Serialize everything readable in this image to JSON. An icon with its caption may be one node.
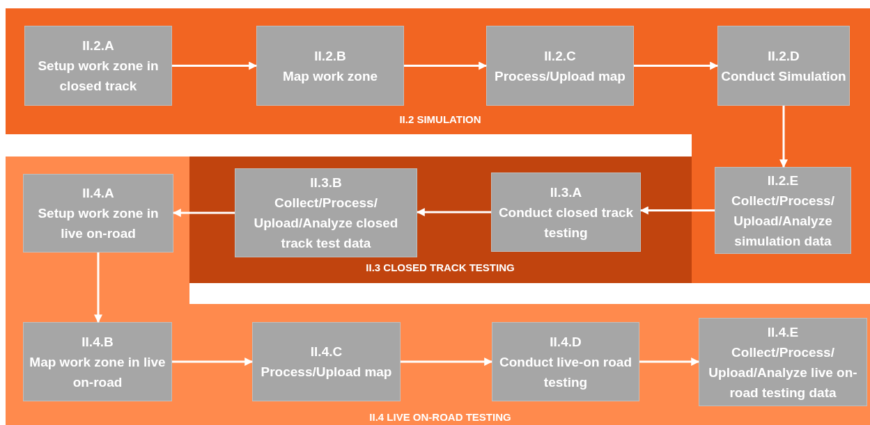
{
  "diagram": {
    "nodes": [
      {
        "text": [
          "II.2 SIMULATION"
        ]
      },
      {
        "text": [
          "II.2.A",
          "Setup work zone in closed track"
        ],
        "in": 0
      },
      {
        "text": [
          "II.2.B",
          "Map work zone"
        ],
        "in": 0
      },
      {
        "text": [
          "II.2.C",
          "Process/Upload map"
        ],
        "in": 0
      },
      {
        "text": [
          "II.2.D",
          "Conduct Simulation"
        ],
        "in": 0
      },
      {
        "text": [
          "II.2.E",
          "Collect/Process/ Upload/Analyze simulation data"
        ],
        "in": 0
      },
      {
        "text": [
          "II.3 CLOSED TRACK TESTING"
        ]
      },
      {
        "text": [
          "II.3.A",
          "Conduct closed track testing"
        ],
        "in": 6
      },
      {
        "text": [
          "II.3.B",
          "Collect/Process/ Upload/Analyze closed track test data"
        ],
        "in": 6
      },
      {
        "text": [
          "II.4 LIVE ON-ROAD TESTING"
        ]
      },
      {
        "text": [
          "II.4.A",
          "Setup work zone in live on-road"
        ],
        "in": 9
      },
      {
        "text": [
          "II.4.B",
          "Map work zone in live on-road"
        ],
        "in": 9
      },
      {
        "text": [
          "II.4.C",
          "Process/Upload map"
        ],
        "in": 9
      },
      {
        "text": [
          "II.4.D",
          "Conduct live-on road testing"
        ],
        "in": 9
      },
      {
        "text": [
          "II.4.E",
          "Collect/Process/ Upload/Analyze live on-road testing data"
        ],
        "in": 9
      }
    ],
    "edges": [
      {
        "from": 1,
        "to": 2,
        "arrow": "to"
      },
      {
        "from": 2,
        "to": 3,
        "arrow": "to"
      },
      {
        "from": 3,
        "to": 4,
        "arrow": "to"
      },
      {
        "from": 4,
        "to": 5,
        "arrow": "to"
      },
      {
        "from": 5,
        "to": 7,
        "arrow": "to"
      },
      {
        "from": 7,
        "to": 8,
        "arrow": "to"
      },
      {
        "from": 8,
        "to": 10,
        "arrow": "to"
      },
      {
        "from": 10,
        "to": 11,
        "arrow": "to"
      },
      {
        "from": 11,
        "to": 12,
        "arrow": "to"
      },
      {
        "from": 12,
        "to": 13,
        "arrow": "to"
      },
      {
        "from": 13,
        "to": 14,
        "arrow": "to"
      }
    ]
  }
}
